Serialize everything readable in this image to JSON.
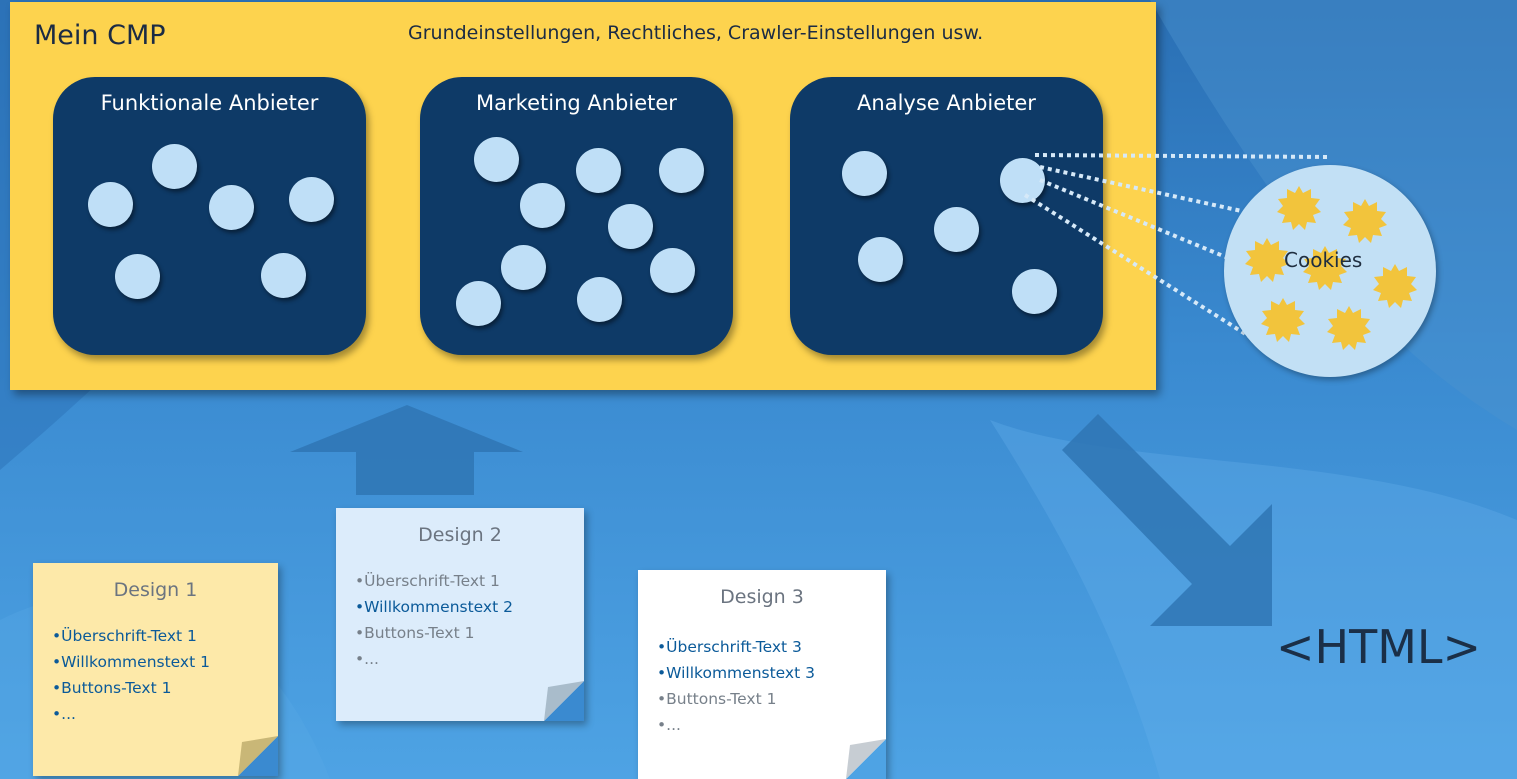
{
  "cmp": {
    "title": "Mein CMP",
    "subtitle": "Grundeinstellungen, Rechtliches, Crawler-Einstellungen usw."
  },
  "groups": [
    {
      "title": "Funktionale Anbieter"
    },
    {
      "title": "Marketing Anbieter"
    },
    {
      "title": "Analyse Anbieter"
    }
  ],
  "cookies": {
    "label": "Cookies",
    "count": 7
  },
  "notes": [
    {
      "title": "Design 1",
      "lines": [
        "•Überschrift-Text 1",
        "•Willkommenstext 1",
        "•Buttons-Text 1",
        "•..."
      ]
    },
    {
      "title": "Design 2",
      "lines": [
        "•Überschrift-Text 1",
        "•Willkommenstext 2",
        "•Buttons-Text 1",
        "•..."
      ]
    },
    {
      "title": "Design 3",
      "lines": [
        "•Überschrift-Text 3",
        "•Willkommenstext 3",
        "•Buttons-Text 1",
        "•..."
      ]
    }
  ],
  "output": {
    "label": "<HTML>"
  },
  "colors": {
    "background": "#3a8ad0",
    "cmp_box": "#fdd34e",
    "vendor_group": "#0e3a67",
    "vendor_dot": "#bfdff7",
    "cookie": "#f2c43c",
    "note1": "#fde9a9",
    "note2": "#dcecfb",
    "note3": "#ffffff",
    "arrow": "#2f76b4"
  }
}
